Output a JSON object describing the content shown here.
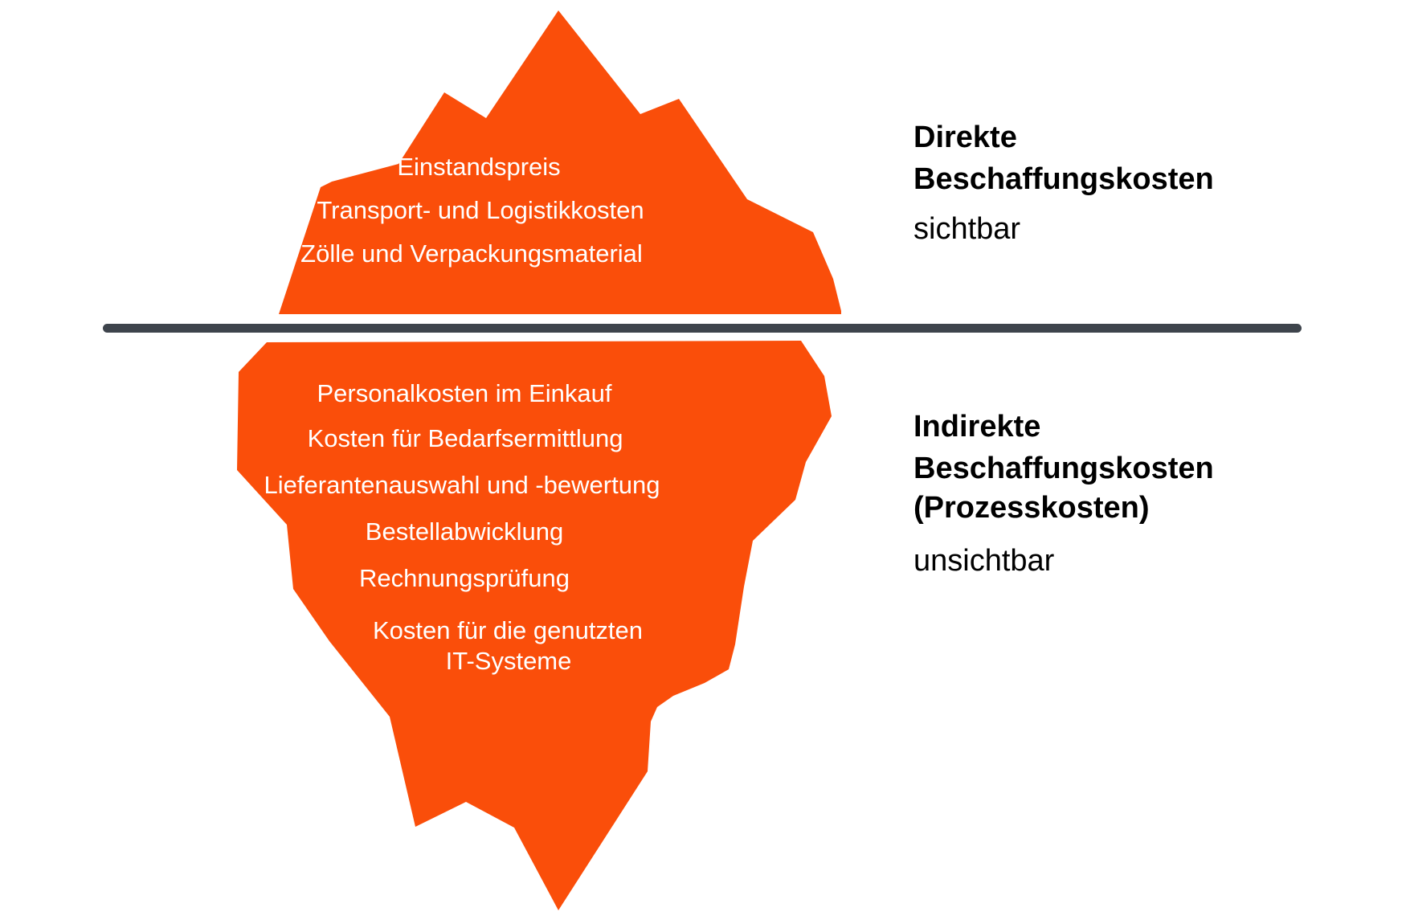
{
  "diagram": {
    "kind": "iceberg-cost-model",
    "colors": {
      "iceberg": "#FA4E0A",
      "waterline": "#3E444C",
      "iceberg_text": "#FFFFFF",
      "label_text": "#000000",
      "background": "#FFFFFF"
    },
    "above_water": {
      "items": [
        "Einstandspreis",
        "Transport- und Logistikkosten",
        "Zölle und Verpackungsmaterial"
      ]
    },
    "below_water": {
      "items": [
        "Personalkosten im Einkauf",
        "Kosten für Bedarfsermittlung",
        "Lieferantenauswahl und -bewertung",
        "Bestellabwicklung",
        "Rechnungsprüfung",
        "Kosten für die genutzten",
        "IT-Systeme"
      ]
    },
    "labels": {
      "direct": {
        "line1": "Direkte",
        "line2": "Beschaffungskosten",
        "visibility": "sichtbar"
      },
      "indirect": {
        "line1": "Indirekte",
        "line2": "Beschaffungskosten",
        "line3": "(Prozesskosten)",
        "visibility": "unsichtbar"
      }
    }
  }
}
